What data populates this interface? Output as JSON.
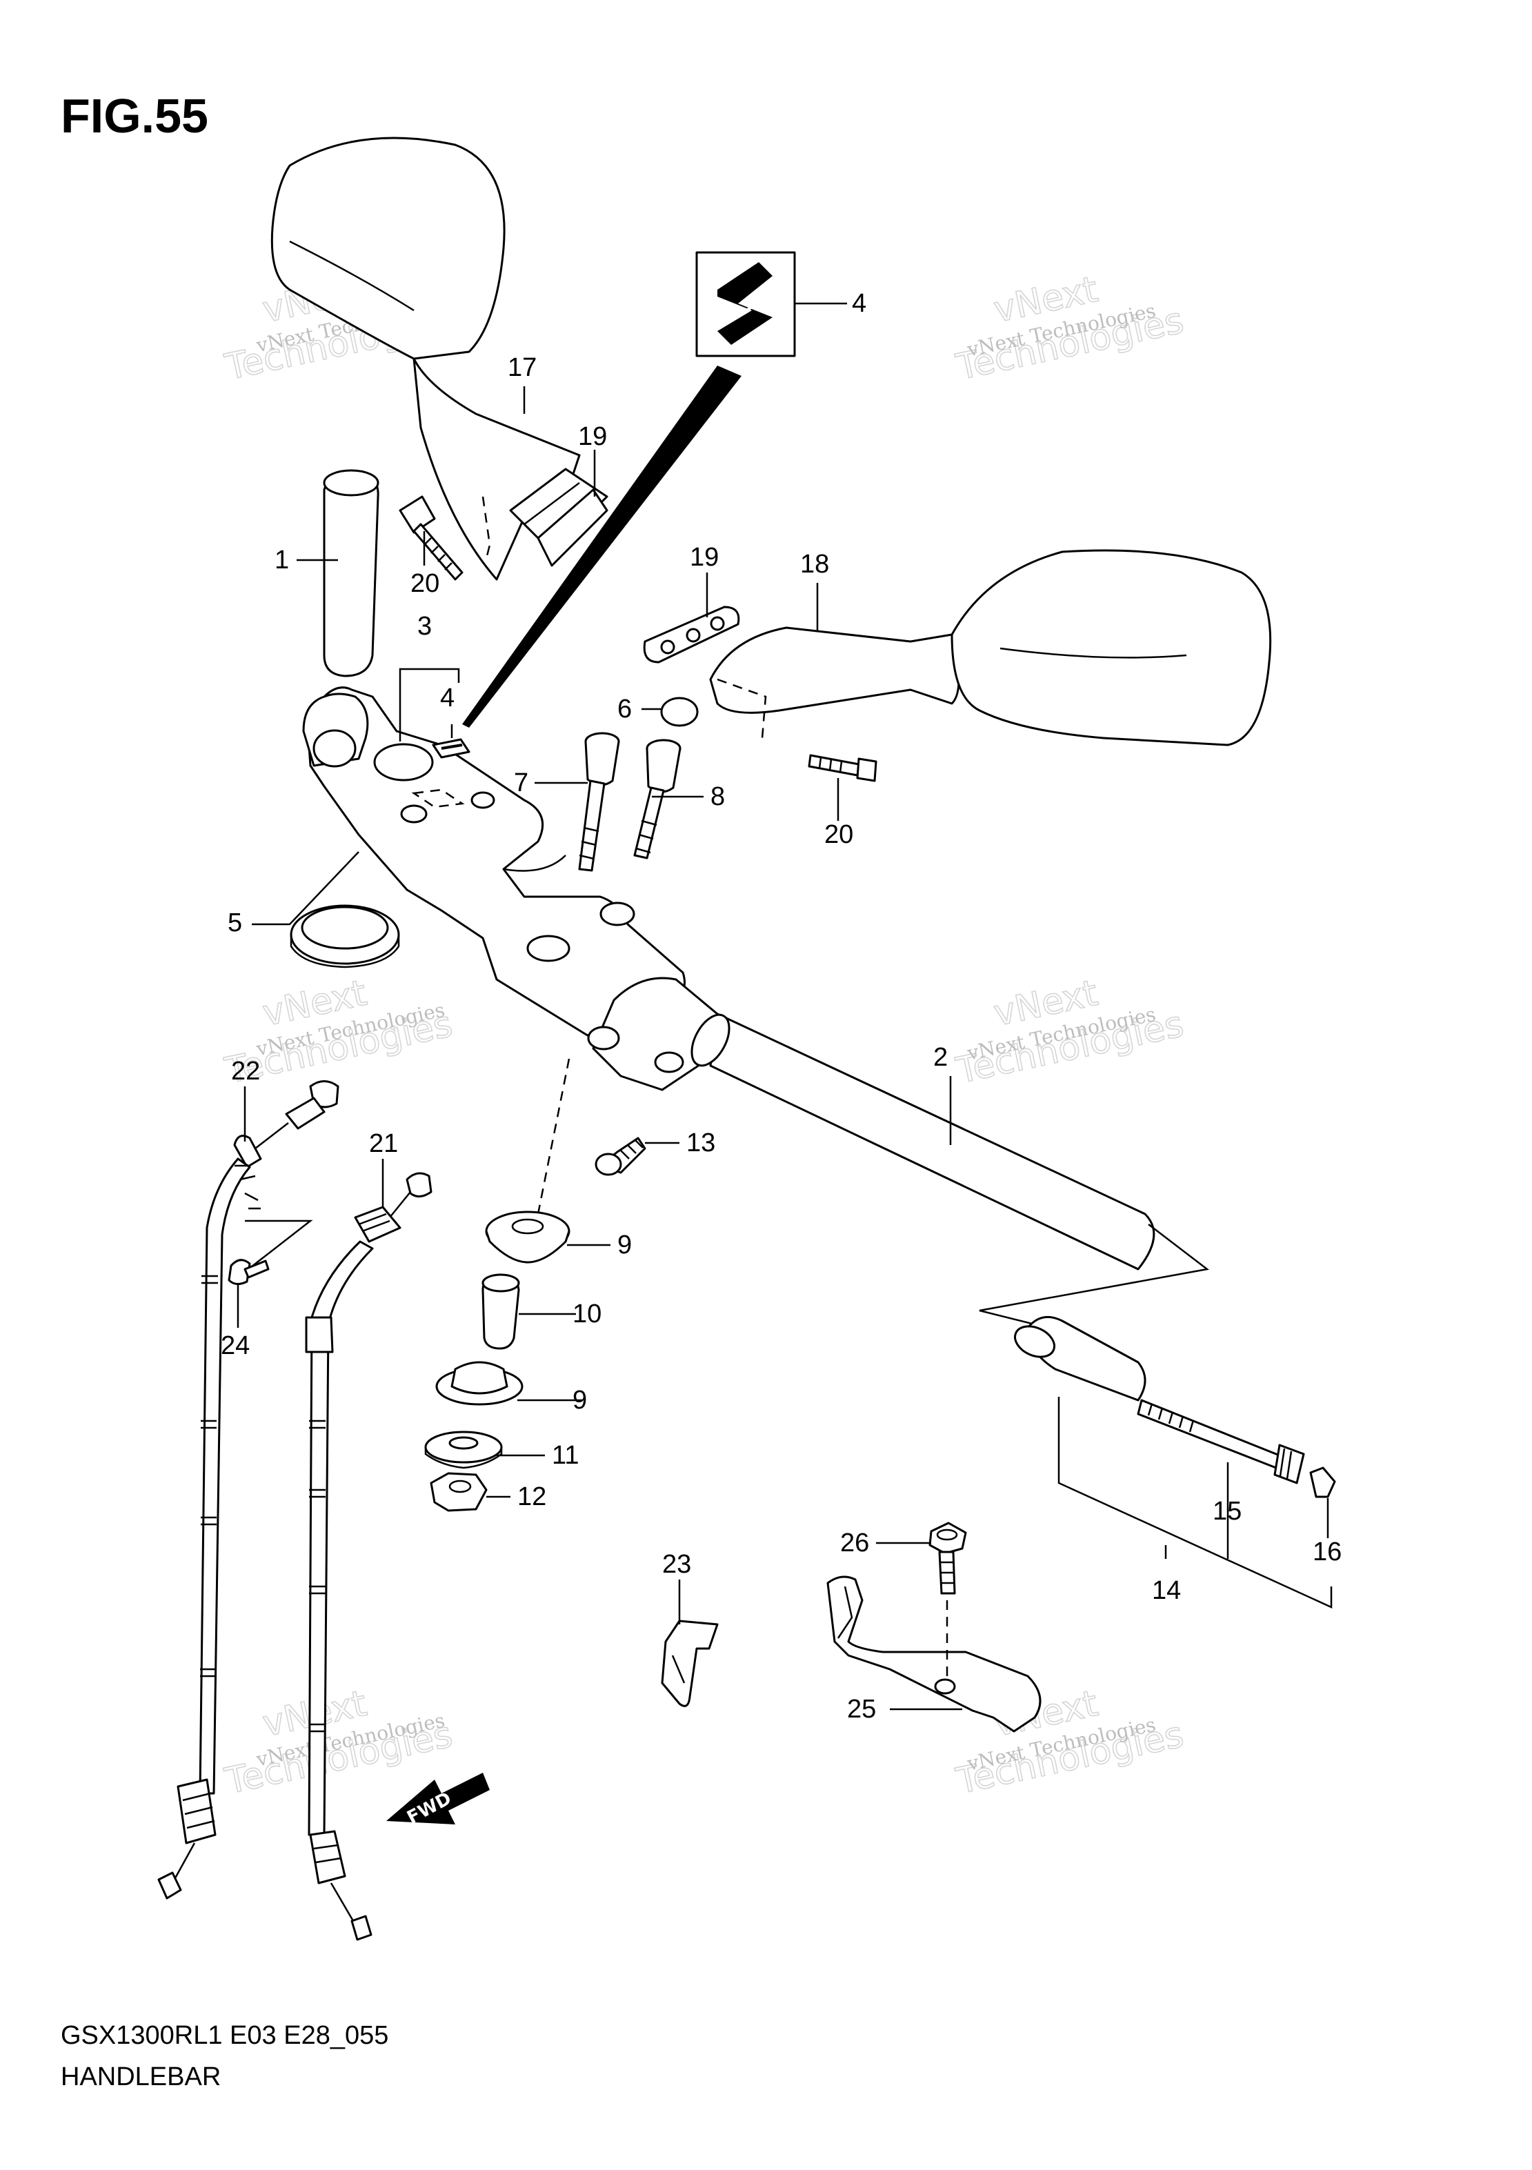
{
  "figure": {
    "title": "FIG.55",
    "model_code": "GSX1300RL1 E03 E28_055",
    "section_name": "HANDLEBAR"
  },
  "watermark": {
    "line_small": "vNext Technologies",
    "line_big_1": "vNext",
    "line_big_2": "Technologies"
  },
  "fwd_label": "FWD",
  "callouts": [
    "1",
    "2",
    "3",
    "4",
    "4",
    "5",
    "6",
    "7",
    "8",
    "9",
    "9",
    "10",
    "11",
    "12",
    "13",
    "14",
    "15",
    "16",
    "17",
    "18",
    "19",
    "19",
    "20",
    "20",
    "21",
    "22",
    "23",
    "24",
    "25",
    "26"
  ]
}
